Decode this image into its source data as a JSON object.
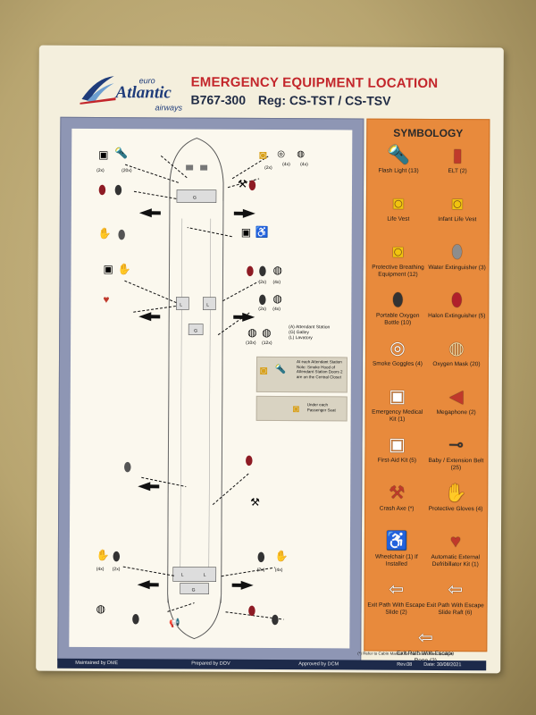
{
  "header": {
    "logo_euro": "euro",
    "logo_name": "Atlantic",
    "logo_sub": "airways",
    "title": "EMERGENCY EQUIPMENT LOCATION",
    "aircraft": "B767-300",
    "reg": "Reg: CS-TST / CS-TSV"
  },
  "legend": {
    "title": "SYMBOLOGY",
    "items": [
      {
        "label": "Flash Light (13)",
        "icon": "flashlight-icon",
        "color": "#f2c94c"
      },
      {
        "label": "ELT (2)",
        "icon": "elt-icon",
        "color": "#c0392b"
      },
      {
        "label": "Life Vest",
        "icon": "life-vest-icon",
        "color": "#f1c40f"
      },
      {
        "label": "Infant Life Vest",
        "icon": "infant-life-vest-icon",
        "color": "#f1c40f"
      },
      {
        "label": "Protective Breathing Equipment (12)",
        "icon": "pbe-icon",
        "color": "#f1c40f"
      },
      {
        "label": "Water Extinguisher (3)",
        "icon": "water-extinguisher-icon",
        "color": "#8d8d8d"
      },
      {
        "label": "Portable Oxygen Bottle (10)",
        "icon": "oxygen-bottle-icon",
        "color": "#333333"
      },
      {
        "label": "Halon Extinguisher (5)",
        "icon": "halon-extinguisher-icon",
        "color": "#b0202b"
      },
      {
        "label": "Smoke Goggles (4)",
        "icon": "smoke-goggles-icon",
        "color": "#ffffff"
      },
      {
        "label": "Oxygen Mask (20)",
        "icon": "oxygen-mask-icon",
        "color": "#f3d9a4"
      },
      {
        "label": "Emergency Medical Kit (1)",
        "icon": "medical-kit-icon",
        "color": "#ffffff"
      },
      {
        "label": "Megaphone (2)",
        "icon": "megaphone-icon",
        "color": "#c0392b"
      },
      {
        "label": "First-Aid Kit (5)",
        "icon": "first-aid-kit-icon",
        "color": "#ffffff"
      },
      {
        "label": "Baby / Extension Belt (25)",
        "icon": "extension-belt-icon",
        "color": "#333333"
      },
      {
        "label": "Crash Axe (*)",
        "icon": "crash-axe-icon",
        "color": "#c0392b"
      },
      {
        "label": "Protective Gloves (4)",
        "icon": "protective-gloves-icon",
        "color": "#f7e0b5"
      },
      {
        "label": "Wheelchair (1) If Installed",
        "icon": "wheelchair-icon",
        "color": "#1f3c7a"
      },
      {
        "label": "Automatic External Defribillator Kit (1)",
        "icon": "aed-icon",
        "color": "#c0392b"
      },
      {
        "label": "Exit Path With Escape Slide (2)",
        "icon": "exit-slide-icon",
        "color": "#ffffff"
      },
      {
        "label": "Exit Path With Escape Slide Raft (6)",
        "icon": "exit-raft-icon",
        "color": "#ffffff"
      },
      {
        "label": "Exit Path With Escape Rope (2)",
        "icon": "exit-rope-icon",
        "color": "#ffffff"
      }
    ]
  },
  "plan": {
    "notes": [
      "(A) Attendant Station",
      "(G) Galley",
      "(L) Lavatory"
    ],
    "box1": "At each Attendant Station Note: Smoke Hood of Attendant Station Doors 2 are on the Central Closet",
    "box2": "Under each Passenger Seat",
    "counts_top": [
      "(2x)",
      "(20x)",
      "(2x)",
      "(4x)",
      "(4x)"
    ],
    "counts_mid": [
      "(2x)",
      "(4x)",
      "(2x)",
      "(4x)",
      "(10x)",
      "(12x)"
    ],
    "counts_bottom": [
      "(4x)",
      "(2x)",
      "(2x)",
      "(4x)"
    ],
    "labels_a": "A",
    "labels_g": "G",
    "labels_l": "L"
  },
  "footer": {
    "maintained": "Maintained by DME",
    "prepared": "Prepared by DOV",
    "approved": "Approved by DCM",
    "rev": "Rev.08",
    "date": "Date: 30/08/2021"
  },
  "footnote": "(*) Refer to Cabin Manual for the Crash Axes location."
}
